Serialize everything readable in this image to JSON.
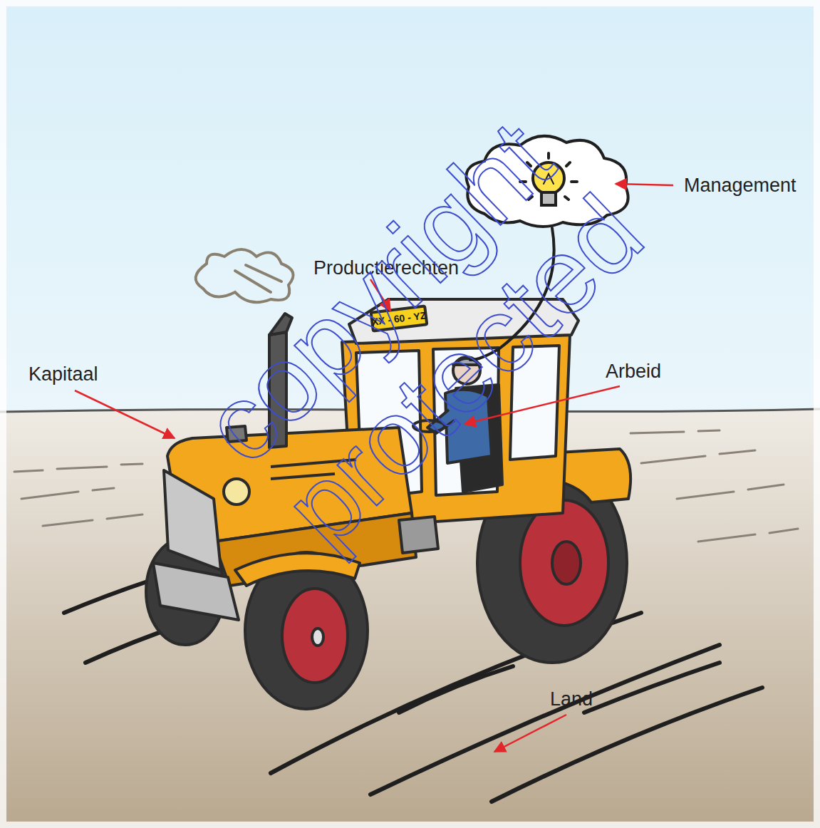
{
  "diagram": {
    "labels": [
      "Management",
      "Productierechten",
      "Kapitaal",
      "Arbeid",
      "Land",
      "XX - 60 - YZ",
      "copyright",
      "protected"
    ]
  }
}
